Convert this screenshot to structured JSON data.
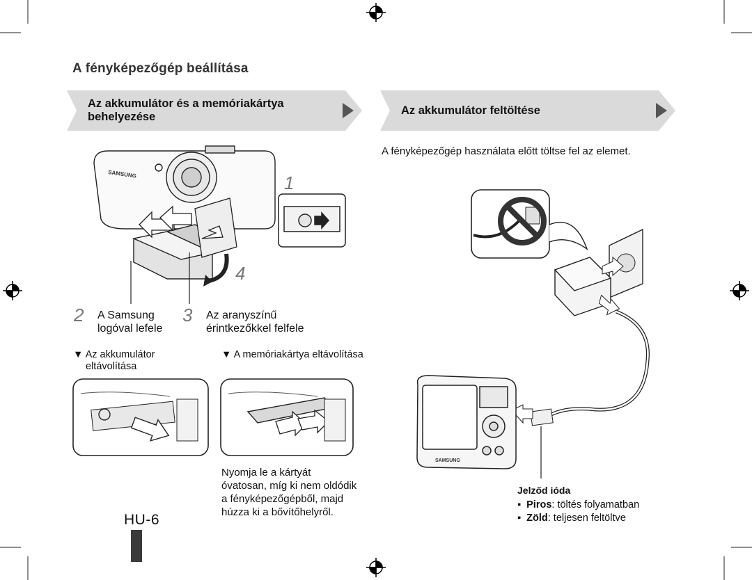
{
  "page": {
    "title": "A fényképezőgép beállítása",
    "page_number": "HU-6"
  },
  "left": {
    "banner": {
      "line1": "Az akkumulátor és a memóriakártya",
      "line2": "behelyezése"
    },
    "steps": [
      {
        "num": "1"
      },
      {
        "num": "4"
      },
      {
        "num": "2",
        "line1": "A Samsung",
        "line2": "logóval lefele"
      },
      {
        "num": "3",
        "line1": "Az aranyszínű",
        "line2": "érintkezőkkel felfele"
      }
    ],
    "battery_removal": {
      "marker": "▼",
      "line1": "Az akkumulátor",
      "line2": "eltávolítása"
    },
    "card_removal": {
      "marker": "▼",
      "text": "A memóriakártya eltávolítása"
    },
    "card_caption": [
      "Nyomja le a kártyát",
      "óvatosan, míg ki nem oldódik",
      "a fényképezőgépből, majd",
      "húzza ki a bővítőhelyről."
    ]
  },
  "right": {
    "banner": {
      "text": "Az akkumulátor feltöltése"
    },
    "intro": "A fényképezőgép használata előtt töltse fel az elemet.",
    "camera_brand": "SAMSUNG",
    "led": {
      "title": "Jelződ ióda",
      "items": [
        {
          "bullet": "▪",
          "term": "Piros",
          "desc": ": töltés folyamatban"
        },
        {
          "bullet": "▪",
          "term": "Zöld",
          "desc": ": teljesen feltöltve"
        }
      ]
    }
  },
  "colors": {
    "banner": "#dadada",
    "arrow": "#555555",
    "tab": "#3a3a3a"
  }
}
